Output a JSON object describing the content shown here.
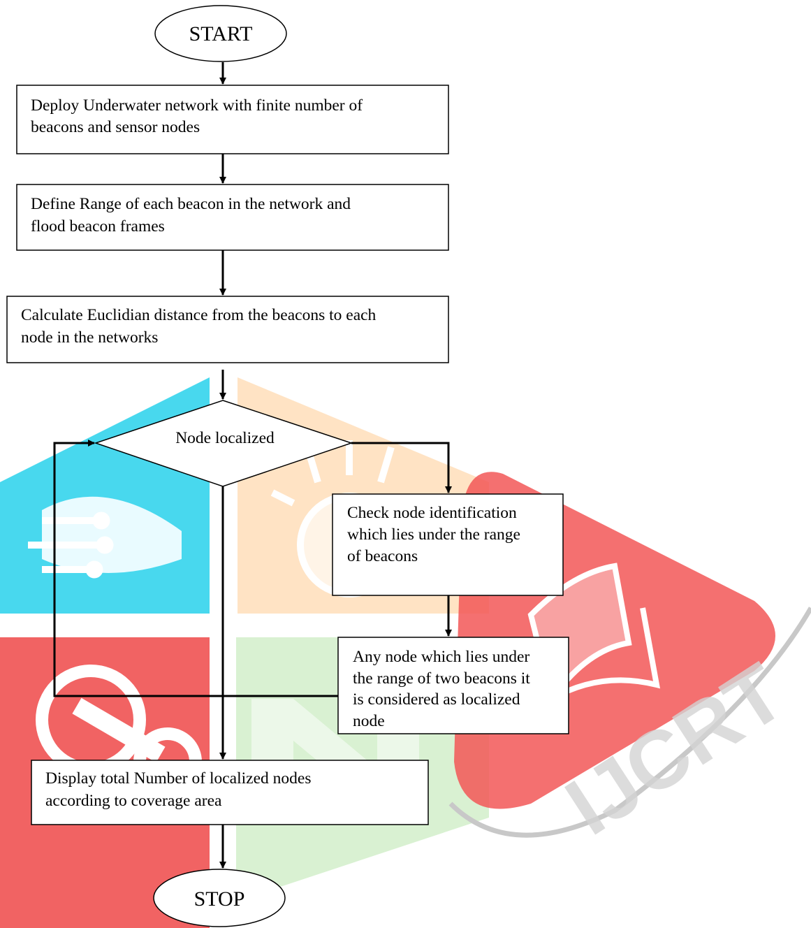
{
  "watermark": {
    "text": "IJCRT",
    "colors": {
      "cyan": "#34d4ec",
      "orange": "#ffd9b0",
      "red": "#ee4848",
      "green": "#cfeec7",
      "text": "#d3d3d3"
    }
  },
  "flowchart": {
    "start_label": "START",
    "stop_label": "STOP",
    "step1": [
      "Deploy Underwater network with finite number of",
      "beacons and sensor nodes"
    ],
    "step2": [
      "Define Range of each beacon in the network and",
      "flood beacon frames"
    ],
    "step3": [
      "Calculate Euclidian distance from the beacons to each",
      "node in the networks"
    ],
    "decision_label": "Node localized",
    "check": [
      "Check node identification",
      "which lies under the range",
      "of beacons"
    ],
    "anynode": [
      "Any node which lies under",
      "the range of two beacons it",
      "is considered as localized",
      "node"
    ],
    "display": [
      "Display total Number of localized nodes",
      "according to coverage area"
    ]
  }
}
